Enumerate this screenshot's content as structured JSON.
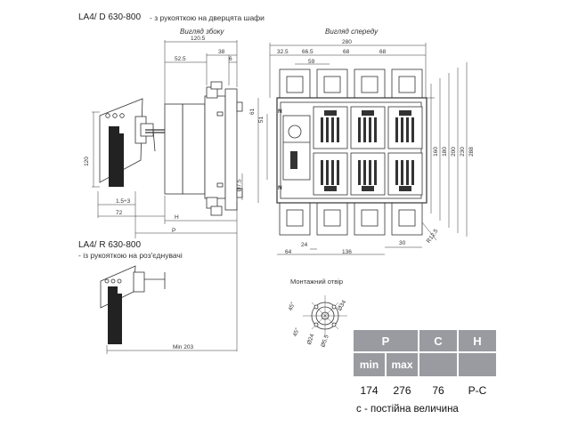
{
  "titles": {
    "door_handle_model": "LA4/ D 630-800",
    "door_handle_desc": " - з рукояткою на дверцята шафи",
    "side_view": "Вигляд збоку",
    "front_view": "Вигляд спереду",
    "direct_handle_model": "LA4/ R 630-800",
    "direct_handle_desc": "- із рукояткою на роз'єднувачі",
    "mounting_hole": "Монтажний отвір"
  },
  "side_dims": {
    "w120_5": "120.5",
    "w52_5": "52.5",
    "w38": "38",
    "w6": "6",
    "h120": "120",
    "d1_5": "1.5÷3",
    "d72": "72",
    "H": "H",
    "P": "P",
    "d7_5": "Ø7.5",
    "min203": "Min 203"
  },
  "front_dims": {
    "w280": "280",
    "w32_5": "32.5",
    "w66_5": "66.5",
    "w68a": "68",
    "w68b": "68",
    "w59": "59",
    "h61": "61",
    "h51": "51",
    "h160": "160",
    "h180": "180",
    "h200": "200",
    "h230": "230",
    "h288": "288",
    "w24": "24",
    "w64": "64",
    "w136": "136",
    "w30": "30",
    "r12_5": "R12.5",
    "N_top": "N",
    "N_bottom": "N"
  },
  "hole_dims": {
    "a45_top": "45°",
    "a45_bot": "45°",
    "d34": "Ø34",
    "d24": "Ø24",
    "d5_5": "Ø5.5"
  },
  "table": {
    "headers": {
      "P": "P",
      "C": "C",
      "H": "H",
      "min": "min",
      "max": "max"
    },
    "values": {
      "min": "174",
      "max": "276",
      "C": "76",
      "H": "P-C"
    },
    "note": "с - постійна величина",
    "header_color": "#9a9ba0"
  }
}
